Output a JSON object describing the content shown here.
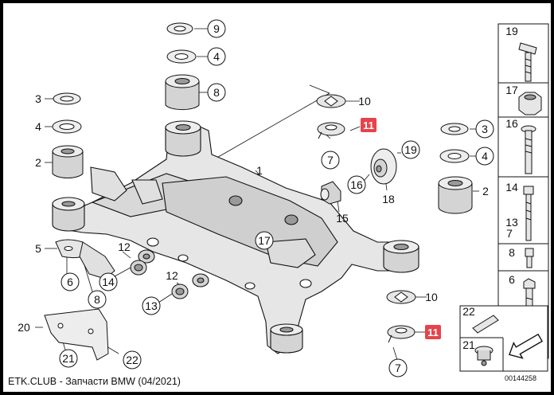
{
  "callouts": [
    {
      "id": "c9",
      "text": "9",
      "circled": true
    },
    {
      "id": "c4a",
      "text": "4",
      "circled": true
    },
    {
      "id": "c8top",
      "text": "8",
      "circled": true
    },
    {
      "id": "c3l",
      "text": "3",
      "circled": false
    },
    {
      "id": "c4l",
      "text": "4",
      "circled": false
    },
    {
      "id": "c2l",
      "text": "2",
      "circled": false
    },
    {
      "id": "c5",
      "text": "5",
      "circled": false
    },
    {
      "id": "c6l",
      "text": "6",
      "circled": true
    },
    {
      "id": "c8l",
      "text": "8",
      "circled": true
    },
    {
      "id": "c20",
      "text": "20",
      "circled": false
    },
    {
      "id": "c21l",
      "text": "21",
      "circled": true
    },
    {
      "id": "c22l",
      "text": "22",
      "circled": true
    },
    {
      "id": "c12a",
      "text": "12",
      "circled": false
    },
    {
      "id": "c14l",
      "text": "14",
      "circled": true
    },
    {
      "id": "c12b",
      "text": "12",
      "circled": false
    },
    {
      "id": "c13l",
      "text": "13",
      "circled": true
    },
    {
      "id": "c1",
      "text": "1",
      "circled": false
    },
    {
      "id": "c17m",
      "text": "17",
      "circled": true
    },
    {
      "id": "c10a",
      "text": "10",
      "circled": false
    },
    {
      "id": "c7a",
      "text": "7",
      "circled": true
    },
    {
      "id": "c19m",
      "text": "19",
      "circled": true
    },
    {
      "id": "c16m",
      "text": "16",
      "circled": true
    },
    {
      "id": "c18",
      "text": "18",
      "circled": false
    },
    {
      "id": "c15",
      "text": "15",
      "circled": false
    },
    {
      "id": "c3r",
      "text": "3",
      "circled": true
    },
    {
      "id": "c4r",
      "text": "4",
      "circled": true
    },
    {
      "id": "c2r",
      "text": "2",
      "circled": false
    },
    {
      "id": "c10b",
      "text": "10",
      "circled": false
    },
    {
      "id": "c7b",
      "text": "7",
      "circled": true
    }
  ],
  "highlight_callouts": [
    {
      "id": "h11a",
      "text": "11"
    },
    {
      "id": "h11b",
      "text": "11"
    }
  ],
  "sidebar": {
    "labels": [
      {
        "id": "s19",
        "text": "19"
      },
      {
        "id": "s17",
        "text": "17"
      },
      {
        "id": "s16",
        "text": "16"
      },
      {
        "id": "s14",
        "text": "14"
      },
      {
        "id": "s13",
        "text": "13"
      },
      {
        "id": "s7",
        "text": "7"
      },
      {
        "id": "s8",
        "text": "8"
      },
      {
        "id": "s6",
        "text": "6"
      }
    ],
    "bottom_labels": [
      {
        "id": "s22",
        "text": "22"
      },
      {
        "id": "s21",
        "text": "21"
      }
    ]
  },
  "footer": "ETK.CLUB - Запчасти BMW (04/2021)",
  "doc_id": "00144258",
  "colors": {
    "highlight": "#e8424a",
    "line": "#111111",
    "fill_light": "#ededed",
    "fill_mid": "#d4d4d4",
    "fill_dark": "#9a9a9a",
    "background": "#ffffff",
    "frame": "#000000"
  }
}
